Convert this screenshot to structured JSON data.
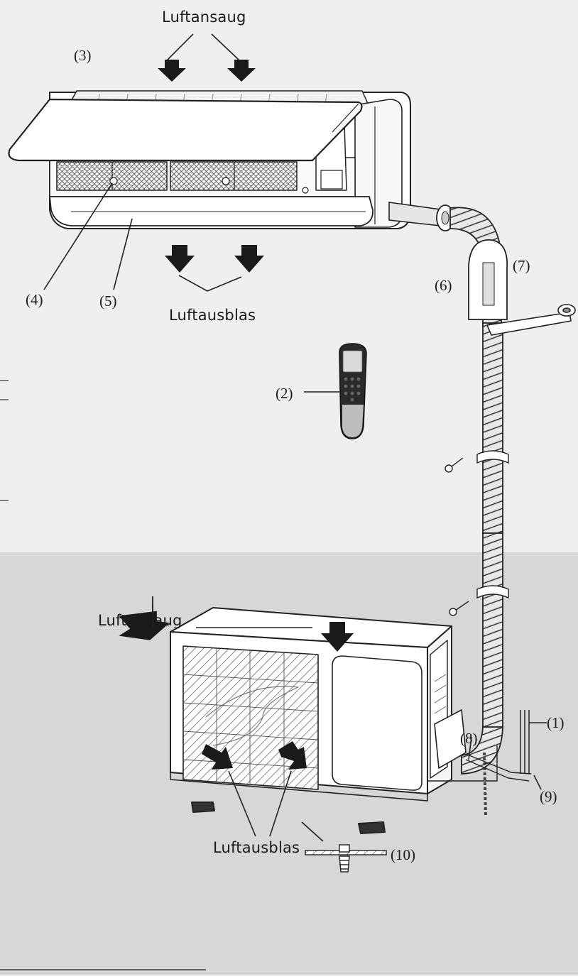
{
  "colors": {
    "upper_background": "#efefef",
    "lower_background": "#d7d7d7",
    "outline": "#222222",
    "arrow_fill": "#1a1a1a",
    "unit_fill": "#ffffff",
    "pipe_fill": "#e6e6e6"
  },
  "labels": {
    "indoor_air_intake": "Luftansaug",
    "indoor_air_outlet": "Luftausblas",
    "outdoor_air_intake": "Luftansaug",
    "outdoor_air_outlet": "Luftausblas",
    "part_1": "(1)",
    "part_2": "(2)",
    "part_3": "(3)",
    "part_4": "(4)",
    "part_5": "(5)",
    "part_6": "(6)",
    "part_7": "(7)",
    "part_8": "(8)",
    "part_9": "(9)",
    "part_10": "(10)"
  },
  "icons": {
    "remote": "remote-control-icon",
    "screw": "screw-icon",
    "arrow": "airflow-arrow-icon"
  }
}
